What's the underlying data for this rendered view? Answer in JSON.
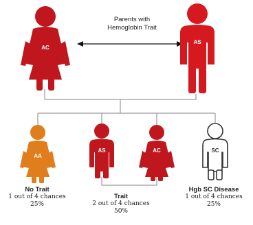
{
  "parents_label": [
    "Parents with",
    "Hemoglobin Trait"
  ],
  "parents": [
    {
      "genotype": "AC",
      "sex": "female",
      "color": "#c0161d"
    },
    {
      "genotype": "AS",
      "sex": "male",
      "color": "#d6191f"
    }
  ],
  "children": [
    {
      "genotype": "AA",
      "sex": "female",
      "color": "#e07d1c"
    },
    {
      "genotype": "AS",
      "sex": "male",
      "color": "#c0161d"
    },
    {
      "genotype": "AC",
      "sex": "female",
      "color": "#c0161d"
    },
    {
      "genotype": "SC",
      "sex": "male",
      "color": "#ffffff",
      "outline": "#333333"
    }
  ],
  "outcomes": [
    {
      "name": "No Trait",
      "chances": "1 out of 4 chances",
      "percent": "25%"
    },
    {
      "name": "Trait",
      "chances": "2 out of 4 chances",
      "percent": "50%"
    },
    {
      "name": "Hgb SC Disease",
      "chances": "1 out of 4 chances",
      "percent": "25%"
    }
  ]
}
